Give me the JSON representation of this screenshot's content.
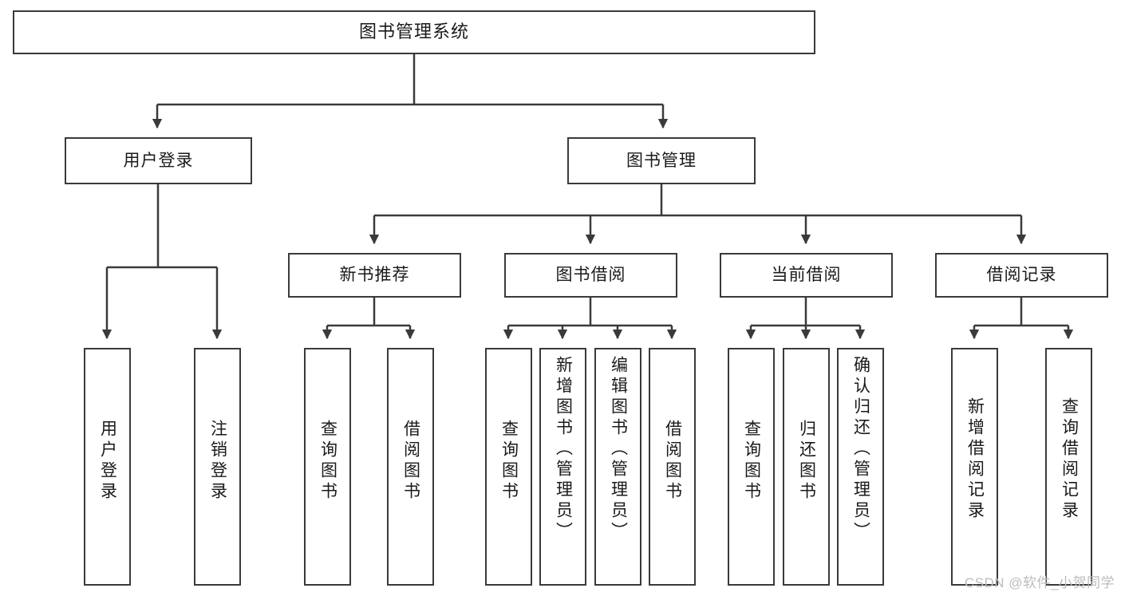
{
  "diagram": {
    "title": "图书管理系统",
    "type": "tree-hierarchy-chart",
    "stroke_color": "#3a3a3a",
    "text_color": "#1a1a1a",
    "background_color": "#ffffff",
    "watermark": "CSDN @软件_小贺同学"
  },
  "nodes": {
    "root": {
      "label": "图书管理系统"
    },
    "level2": [
      {
        "id": "user-login",
        "label": "用户登录"
      },
      {
        "id": "book-manage",
        "label": "图书管理"
      }
    ],
    "level3": [
      {
        "id": "new-book-rec",
        "label": "新书推荐"
      },
      {
        "id": "book-borrow",
        "label": "图书借阅"
      },
      {
        "id": "current-borrow",
        "label": "当前借阅"
      },
      {
        "id": "borrow-record",
        "label": "借阅记录"
      }
    ],
    "leaves": {
      "user-login": [
        {
          "id": "leaf-user-login",
          "label": "用户登录"
        },
        {
          "id": "leaf-user-logout",
          "label": "注销登录"
        }
      ],
      "new-book-rec": [
        {
          "id": "leaf-query-book-1",
          "label": "查询图书"
        },
        {
          "id": "leaf-borrow-book-1",
          "label": "借阅图书"
        }
      ],
      "book-borrow": [
        {
          "id": "leaf-query-book-2",
          "label": "查询图书"
        },
        {
          "id": "leaf-add-book",
          "label": "新增图书（管理员）"
        },
        {
          "id": "leaf-edit-book",
          "label": "编辑图书（管理员）"
        },
        {
          "id": "leaf-borrow-book-2",
          "label": "借阅图书"
        }
      ],
      "current-borrow": [
        {
          "id": "leaf-query-book-3",
          "label": "查询图书"
        },
        {
          "id": "leaf-return-book",
          "label": "归还图书"
        },
        {
          "id": "leaf-confirm-return",
          "label": "确认归还（管理员）"
        }
      ],
      "borrow-record": [
        {
          "id": "leaf-add-record",
          "label": "新增借阅记录"
        },
        {
          "id": "leaf-query-record",
          "label": "查询借阅记录"
        }
      ]
    }
  }
}
